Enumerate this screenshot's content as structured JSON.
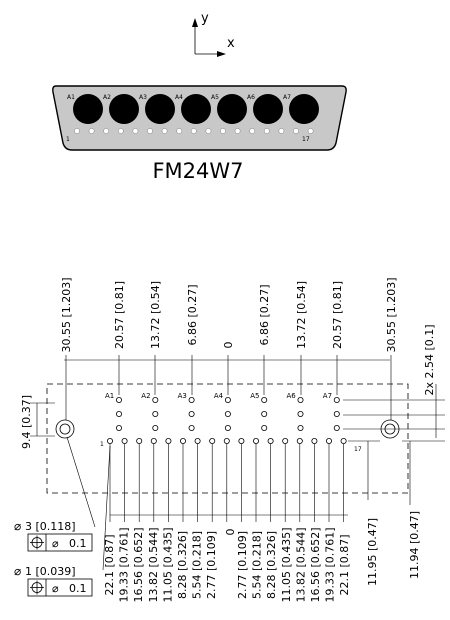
{
  "axes": {
    "y": "y",
    "x": "x"
  },
  "part_number": "FM24W7",
  "contacts": {
    "large": [
      "A1",
      "A2",
      "A3",
      "A4",
      "A5",
      "A6",
      "A7"
    ],
    "small_first": "1",
    "small_last": "17"
  },
  "drawing": {
    "top_dims": [
      "30.55 [1.203]",
      "20.57 [0.81]",
      "13.72 [0.54]",
      "6.86 [0.27]",
      "0",
      "6.86 [0.27]",
      "13.72 [0.54]",
      "20.57 [0.81]",
      "30.55 [1.203]"
    ],
    "left_dim": "9.4 [0.37]",
    "right_pitch": "2x 2.54 [0.1]",
    "bottom_left_dims": [
      "22.1 [0.87]",
      "19.33 [0.761]",
      "16.56 [0.652]",
      "13.82 [0.544]",
      "11.05 [0.435]",
      "8.28 [0.326]",
      "5.54 [0.218]",
      "2.77 [0.109]"
    ],
    "bottom_zero": "0",
    "bottom_right_dims": [
      "2.77 [0.109]",
      "5.54 [0.218]",
      "8.28 [0.326]",
      "11.05 [0.435]",
      "13.82 [0.544]",
      "16.56 [0.652]",
      "19.33 [0.761]",
      "22.1 [0.87]"
    ],
    "right_vert_1": "11.95 [0.47]",
    "right_vert_2": "11.94 [0.47]",
    "hole_large": "3 [0.118]",
    "hole_small": "1 [0.039]",
    "tol": "0.1"
  }
}
